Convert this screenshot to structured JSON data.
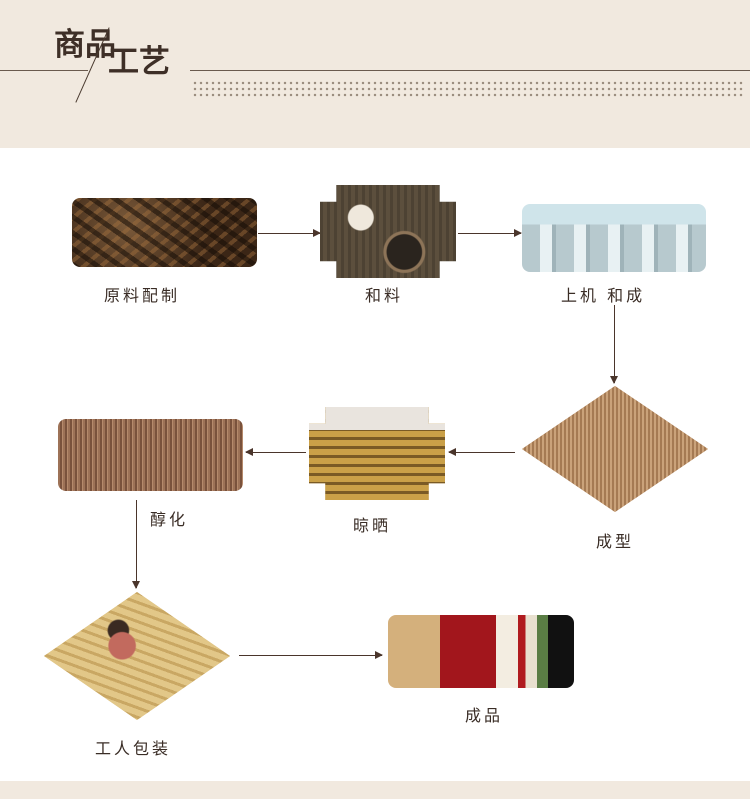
{
  "header": {
    "title_part1": "商品",
    "title_part2": "工艺"
  },
  "steps": [
    {
      "label": "原料配制"
    },
    {
      "label": "和料"
    },
    {
      "label": "上机  和成"
    },
    {
      "label": "成型"
    },
    {
      "label": "晾晒"
    },
    {
      "label": "醇化"
    },
    {
      "label": "工人包装"
    },
    {
      "label": "成品"
    }
  ],
  "colors": {
    "header_bg": "#f1e9df",
    "text": "#3a2d26",
    "arrow": "#4a352b"
  }
}
